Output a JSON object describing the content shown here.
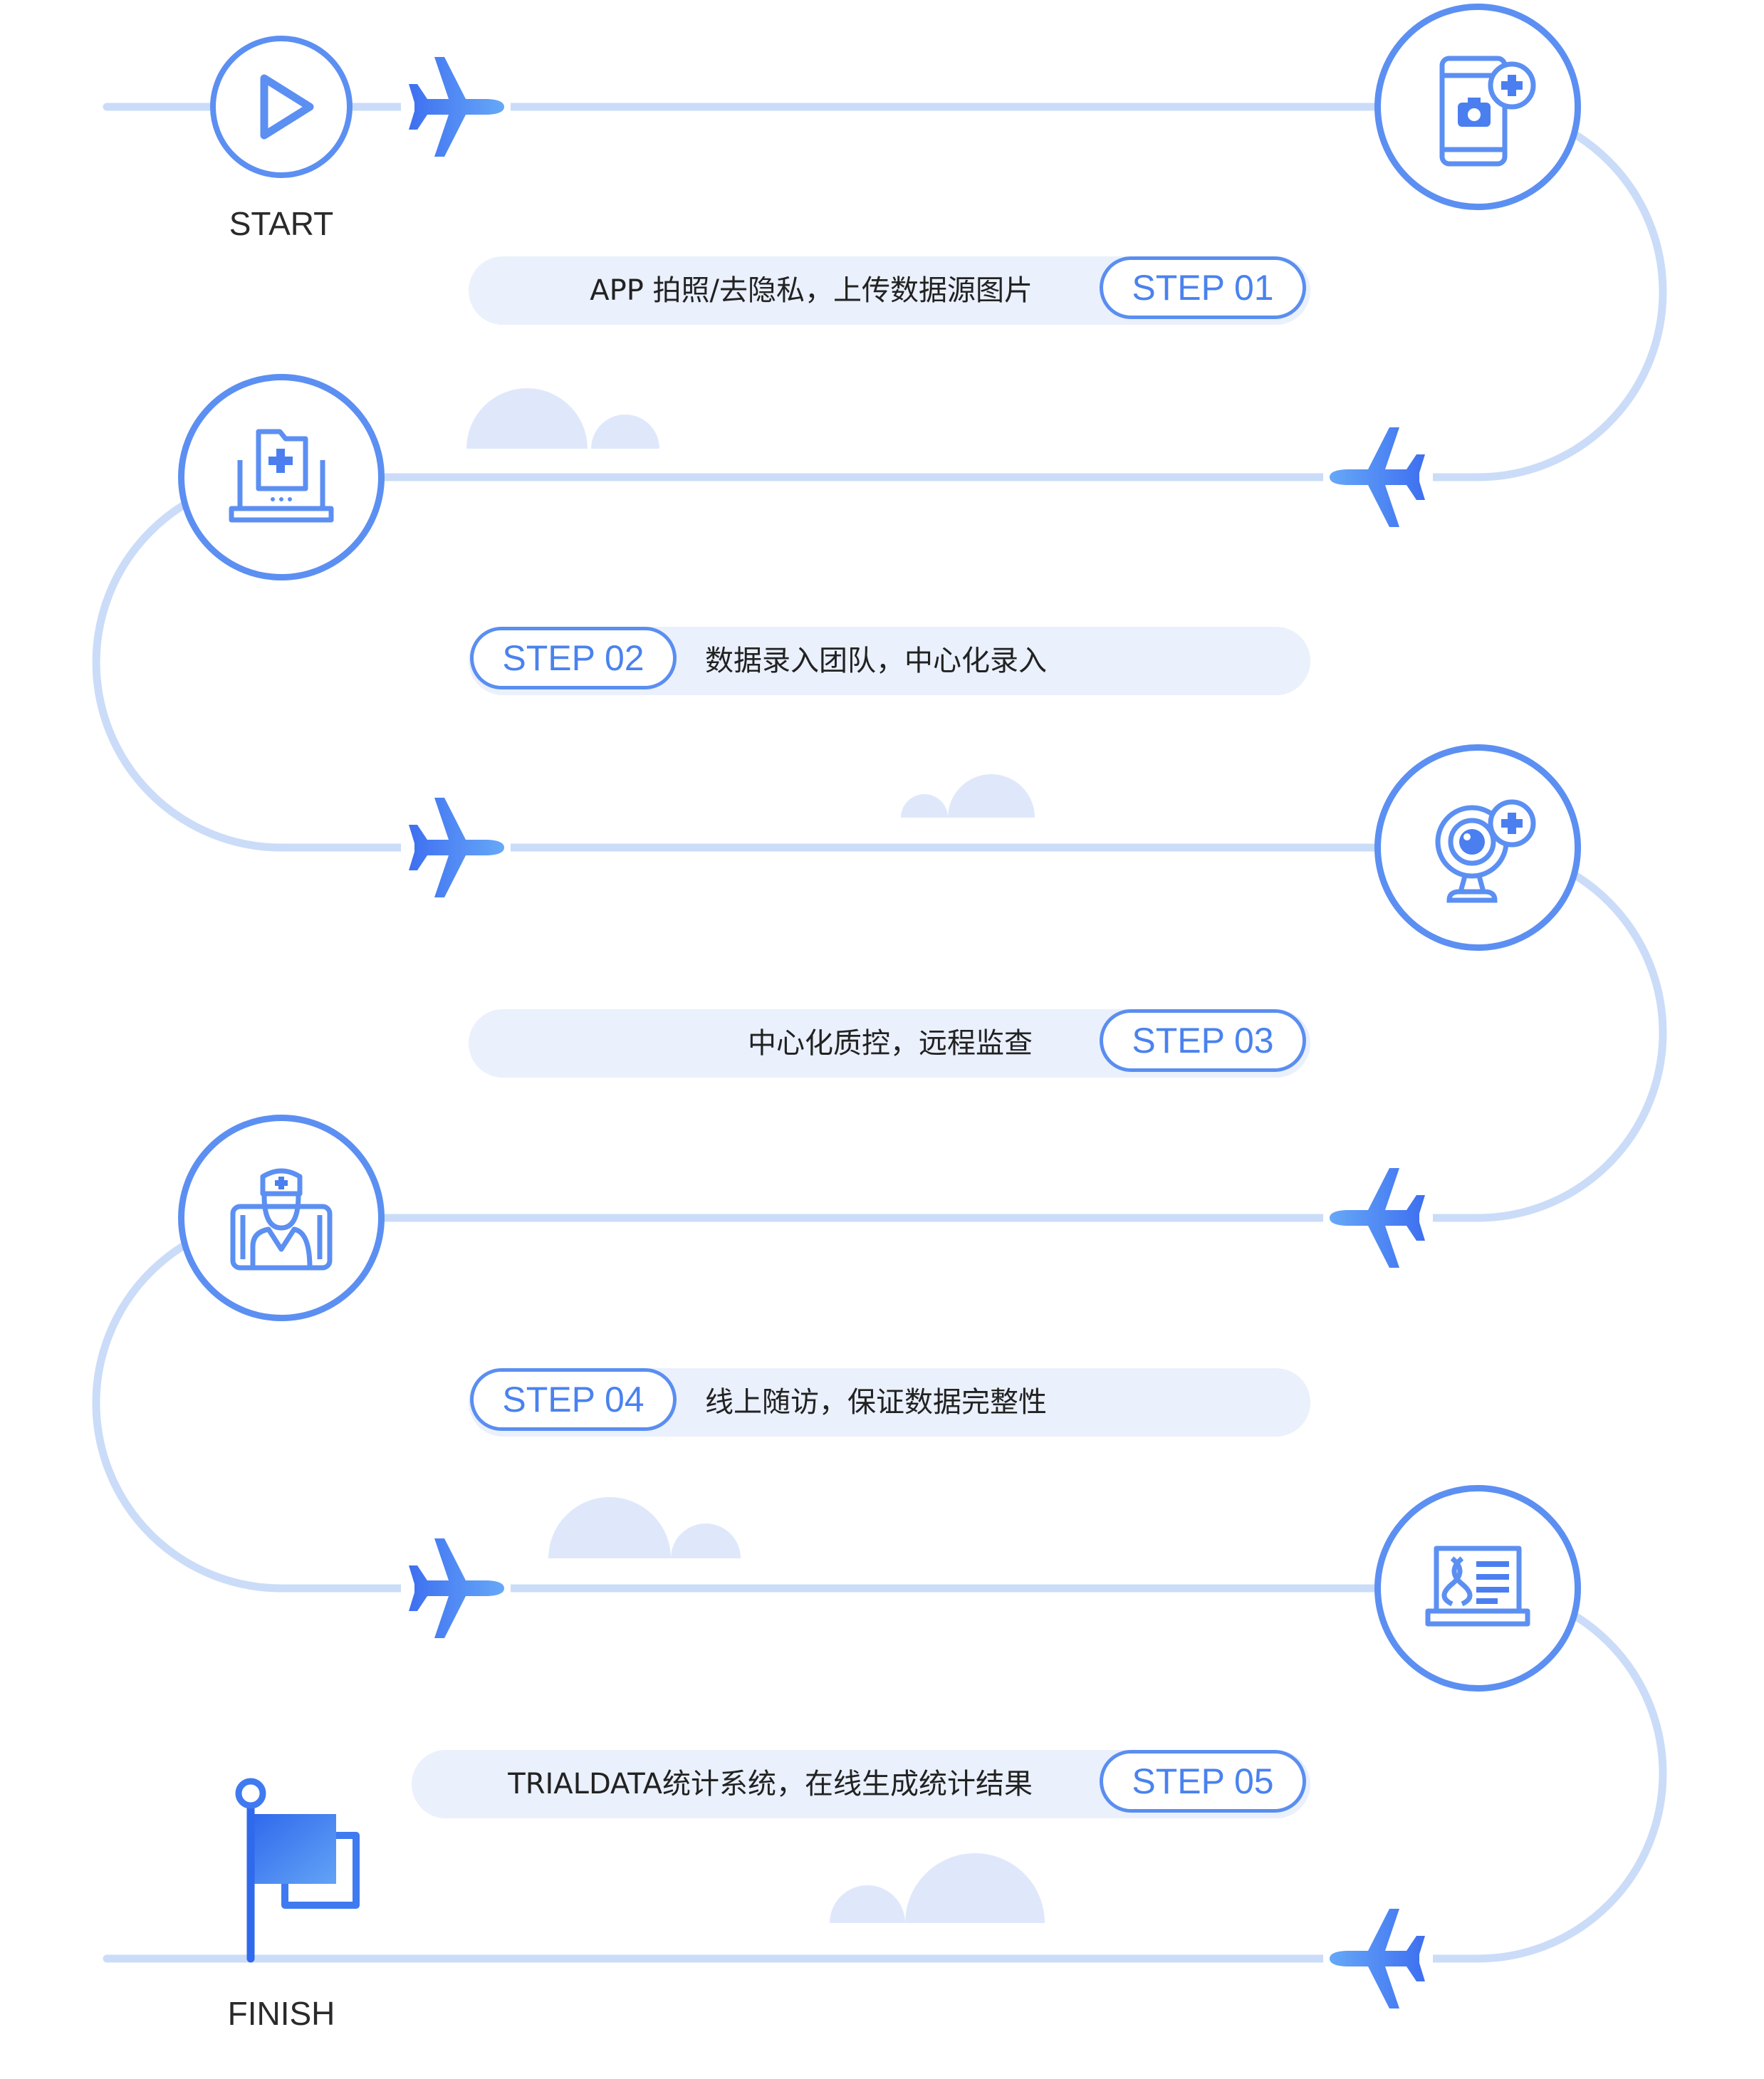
{
  "labels": {
    "start": "START",
    "finish": "FINISH"
  },
  "steps": [
    {
      "pill": "STEP 01",
      "text": "APP 拍照/去隐私，上传数据源图片",
      "icon": "phone-camera-plus-icon"
    },
    {
      "pill": "STEP 02",
      "text": "数据录入团队，中心化录入",
      "icon": "laptop-folder-plus-icon"
    },
    {
      "pill": "STEP 03",
      "text": "中心化质控，远程监查",
      "icon": "webcam-plus-icon"
    },
    {
      "pill": "STEP 04",
      "text": "线上随访，保证数据完整性",
      "icon": "doctor-tablet-icon"
    },
    {
      "pill": "STEP 05",
      "text": "TRIALDATA统计系统，在线生成统计结果",
      "icon": "laptop-dna-report-icon"
    }
  ],
  "colors": {
    "accent": "#5c8ff2",
    "path": "#cbdcf9",
    "bar": "#eaf0fc",
    "cloud": "#dfe8fb",
    "text": "#222222"
  }
}
